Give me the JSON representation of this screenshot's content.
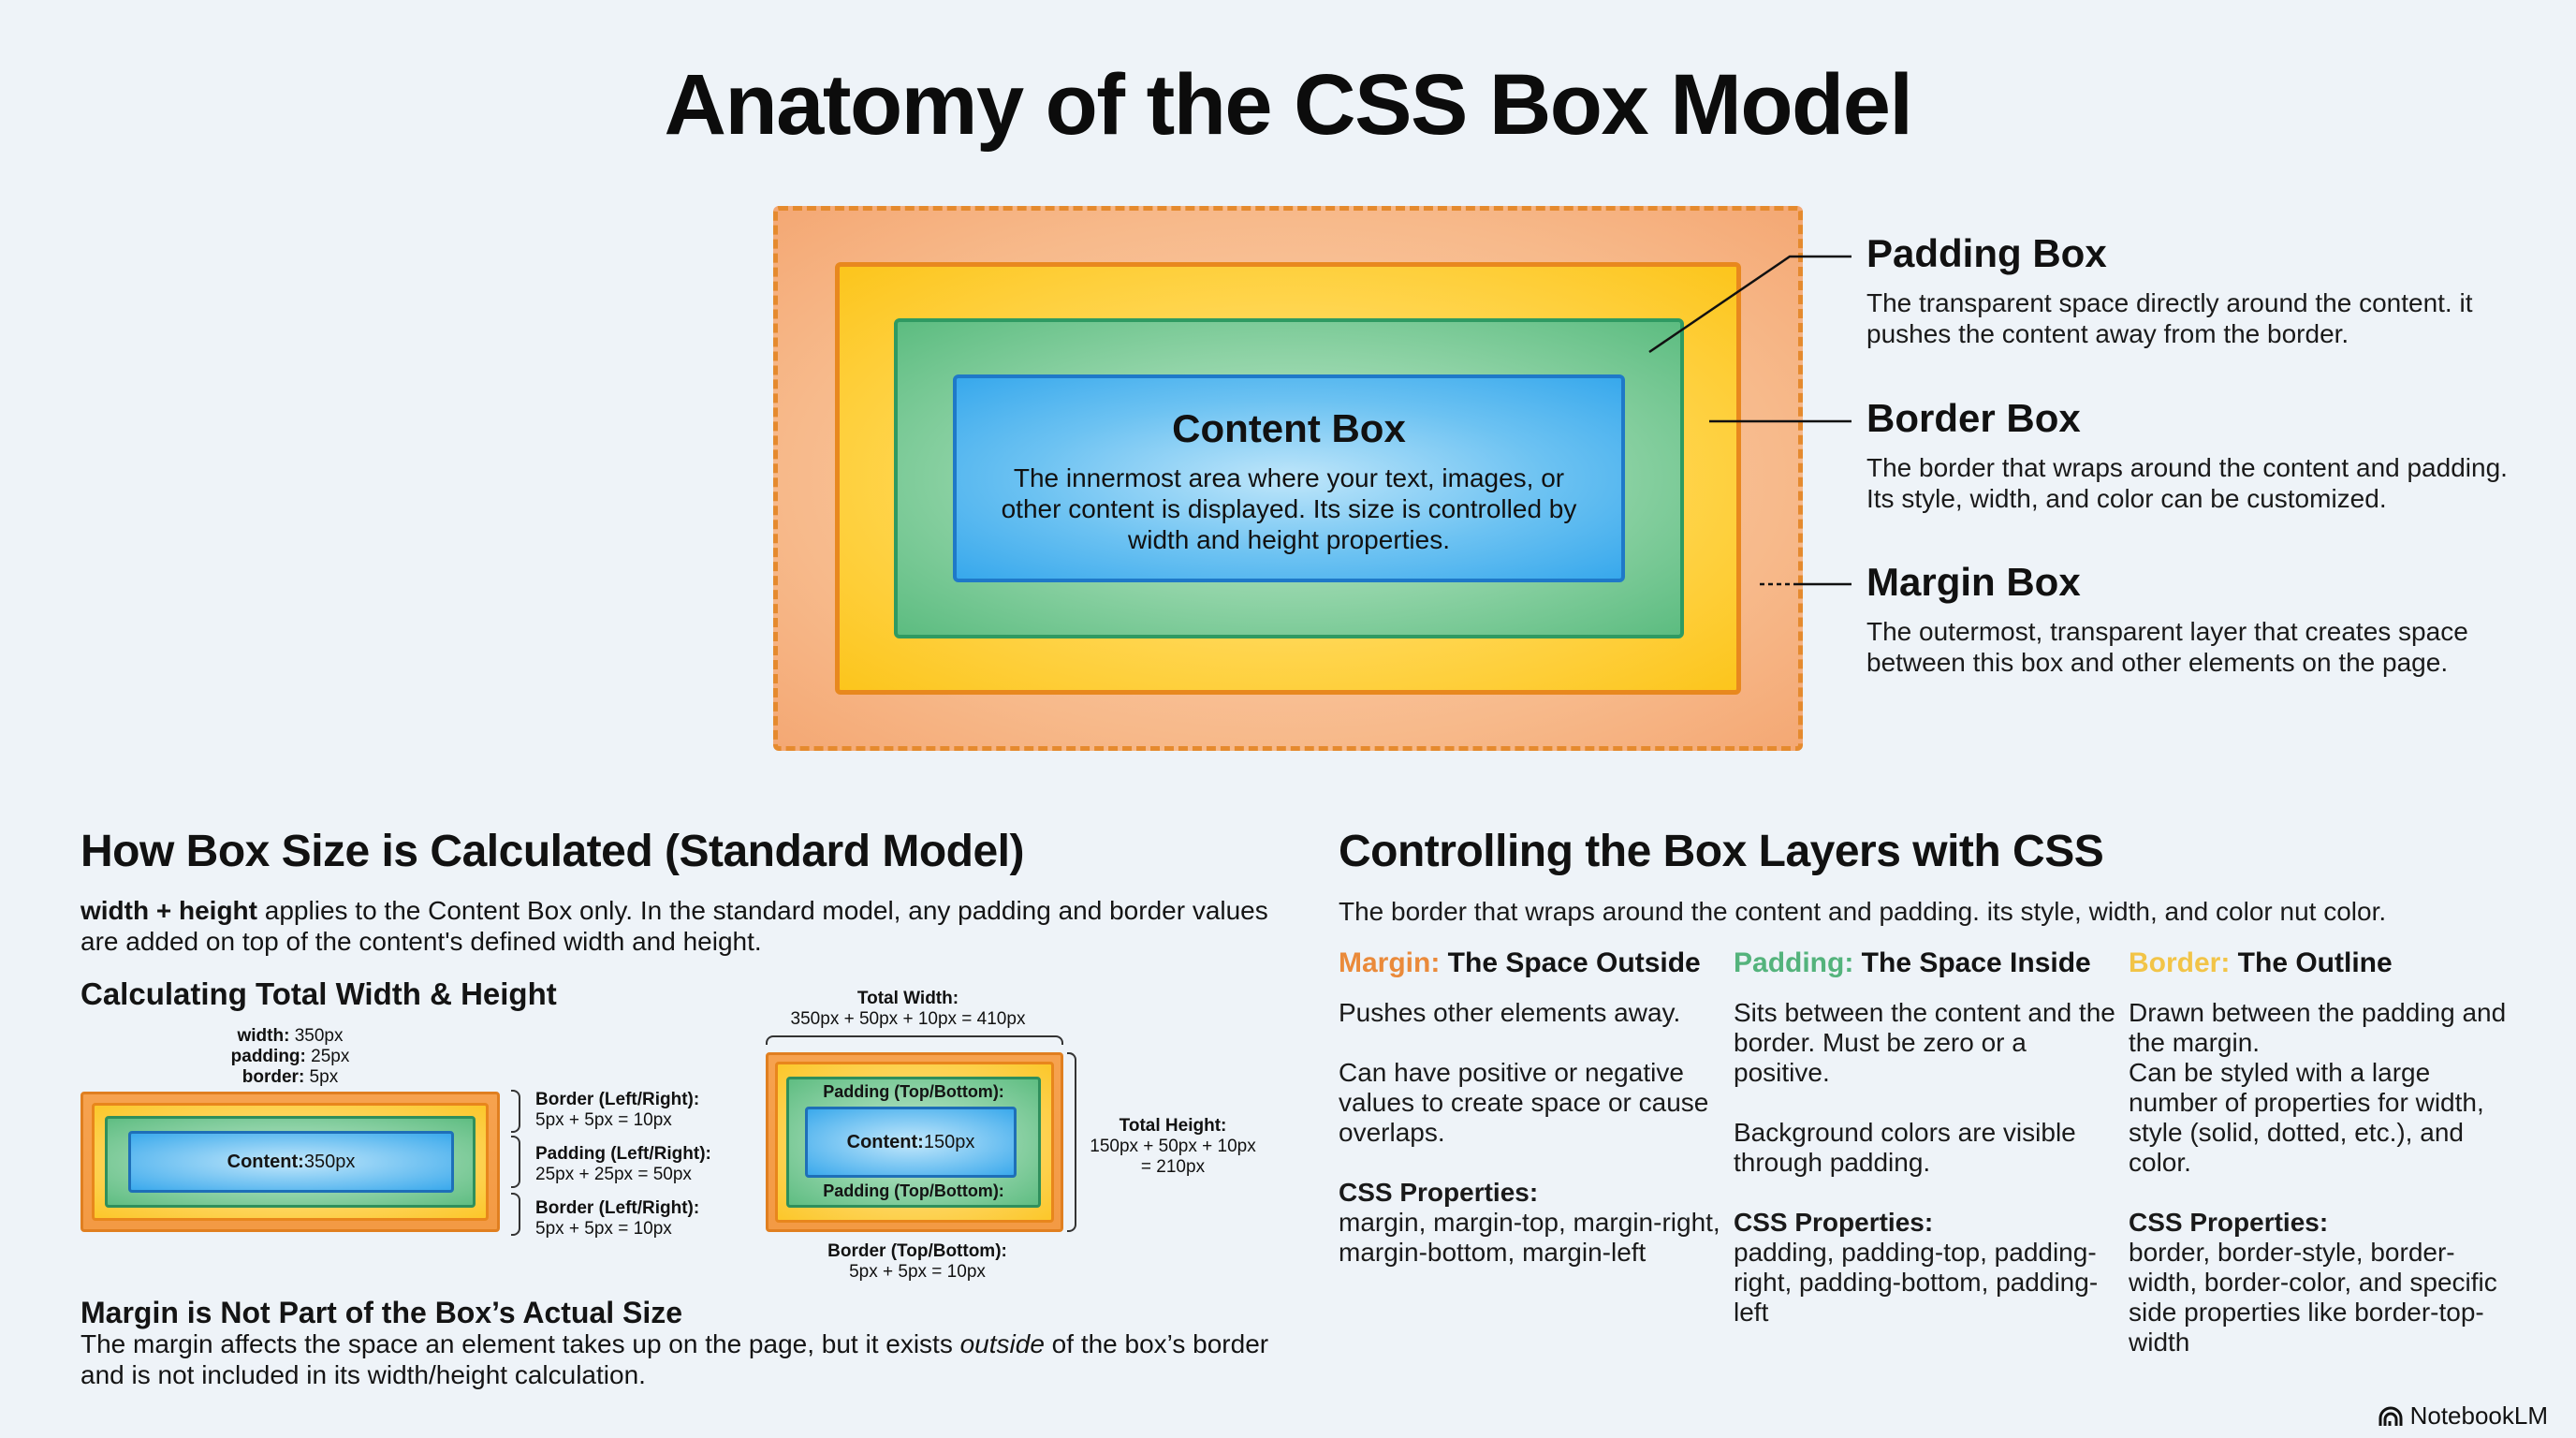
{
  "title": "Anatomy of the CSS Box Model",
  "diagram": {
    "content_box": {
      "title": "Content Box",
      "description": "The innermost area where your text, images, or other content is displayed. Its size is controlled by width and height properties."
    },
    "labels": [
      {
        "title": "Padding Box",
        "description": "The transparent space directly around the content. it pushes the content away from the border."
      },
      {
        "title": "Border Box",
        "description": "The border that wraps around the content and padding. Its style, width, and color can be customized."
      },
      {
        "title": "Margin Box",
        "description": "The outermost, transparent layer that creates space between this box and other elements on the page."
      }
    ],
    "colors": {
      "margin": "#f7b98a",
      "margin_border": "#e58a2e",
      "border": "#fcc51c",
      "border_edge": "#e8881e",
      "padding": "#5cbc80",
      "padding_edge": "#2f9a62",
      "content": "#37a8ec",
      "content_edge": "#1f79c8"
    }
  },
  "left_section": {
    "title": "How Box Size is Calculated (Standard Model)",
    "intro_bold": "width + height",
    "intro_rest": " applies to the Content Box only. In the standard model, any padding and border values are added on top of the content's defined width and height.",
    "calc_title": "Calculating Total Width & Height",
    "width_diagram": {
      "specs": [
        {
          "key": "width:",
          "value": " 350px"
        },
        {
          "key": "padding:",
          "value": " 25px"
        },
        {
          "key": "border:",
          "value": " 5px"
        }
      ],
      "content_key": "Content:",
      "content_value": " 350px",
      "braces": [
        {
          "label": "Border (Left/Right):",
          "formula": "5px + 5px = 10px"
        },
        {
          "label": "Padding (Left/Right):",
          "formula": "25px + 25px = 50px"
        },
        {
          "label": "Border (Left/Right):",
          "formula": "5px + 5px = 10px"
        }
      ]
    },
    "height_diagram": {
      "total_width_label": "Total Width:",
      "total_width_formula": "350px + 50px + 10px = 410px",
      "padding_top_label": "Padding (Top/Bottom):",
      "padding_bottom_label": "Padding (Top/Bottom):",
      "content_key": "Content:",
      "content_value": " 150px",
      "total_height_label": "Total Height:",
      "total_height_formula_1": "150px + 50px + 10px",
      "total_height_formula_2": "= 210px",
      "border_label": "Border (Top/Bottom):",
      "border_formula": "5px + 5px = 10px"
    },
    "margin_note": {
      "title": "Margin is Not Part of the Box’s Actual Size",
      "text_before": "The margin affects the space an element takes up on the page, but it exists ",
      "text_italic": "outside",
      "text_after": " of the box’s border and is not included in its width/height calculation."
    }
  },
  "right_section": {
    "title": "Controlling the Box Layers with CSS",
    "intro": "The border that wraps around the content and padding. its style, width, and color nut color.",
    "columns": [
      {
        "keyword": "Margin:",
        "heading": " The Space Outside",
        "paragraphs": [
          "Pushes other elements away.",
          "Can have positive or negative values to create space or cause overlaps."
        ],
        "props_label": "CSS Properties:",
        "props": "margin, margin-top, margin-right, margin-bottom, margin-left"
      },
      {
        "keyword": "Padding:",
        "heading": " The Space Inside",
        "paragraphs": [
          "Sits between the content and the border. Must be zero or a positive.",
          "Background colors are visible through padding."
        ],
        "props_label": "CSS Properties:",
        "props": "padding, padding-top, padding-right, padding-bottom, padding-left"
      },
      {
        "keyword": "Border:",
        "heading": " The Outline",
        "paragraphs": [
          "Drawn between the padding and the margin.\nCan be styled with a large number of properties for width, style (solid, dotted, etc.), and color."
        ],
        "props_label": "CSS Properties:",
        "props": "border, border-style, border-width, border-color, and specific side properties like border-top-width"
      }
    ]
  },
  "footer": {
    "logo_icon": "notebooklm-logo-icon",
    "brand": "NotebookLM"
  }
}
